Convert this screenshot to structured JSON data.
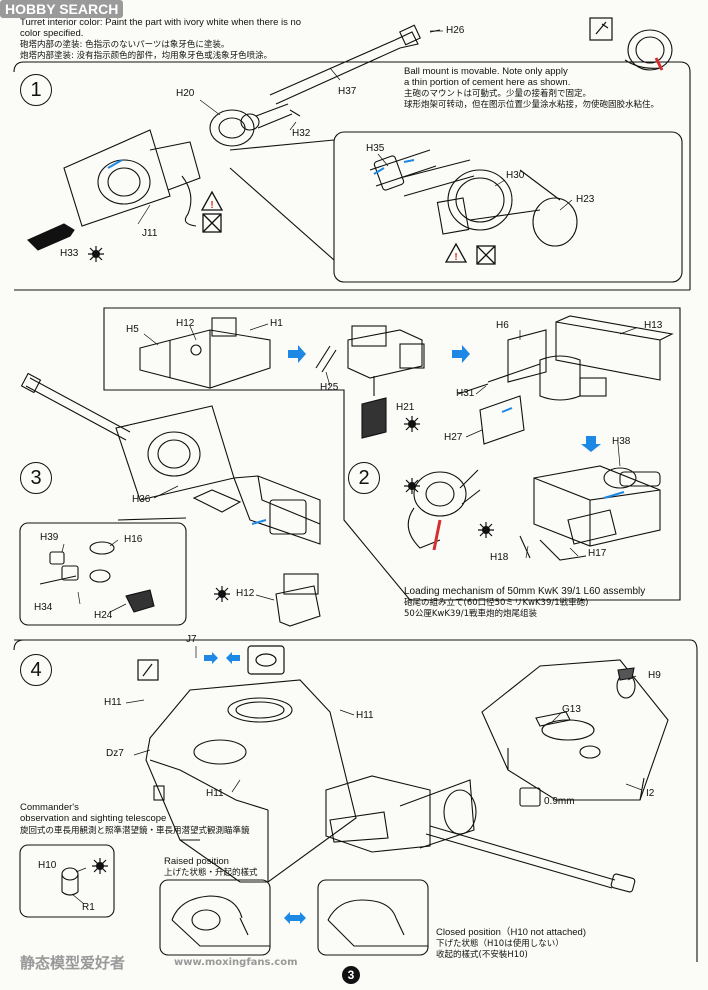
{
  "watermark": {
    "brand": "HOBBY SEARCH"
  },
  "header": {
    "color_note_en_1": "Turret interior color: Paint the part with ivory white when there is no",
    "color_note_en_2": "color specified.",
    "color_note_jp": "砲塔内部の塗装: 色指示のないパーツは象牙色に塗装。",
    "color_note_cn": "炮塔内部塗装: 没有指示颜色的部件，均用象牙色或浅象牙色喷涂。"
  },
  "steps": {
    "s1": "1",
    "s2": "2",
    "s3": "3",
    "s4": "4"
  },
  "step1": {
    "ball_note_en_1": "Ball mount is movable. Note only apply",
    "ball_note_en_2": "a thin portion of cement here as shown.",
    "ball_note_jp": "主砲のマウントは可動式。少量の接着剤で固定。",
    "ball_note_cn": "球形炮架可转动，但在图示位置少量涂水粘接，勿使砲固胶水粘住。",
    "labels": {
      "h26": "H26",
      "h37": "H37",
      "h20": "H20",
      "h32": "H32",
      "j11": "J11",
      "h33": "H33",
      "h35": "H35",
      "h30": "H30",
      "h23": "H23"
    }
  },
  "step2": {
    "labels": {
      "h5": "H5",
      "h12": "H12",
      "h1": "H1",
      "h25": "H25",
      "h21": "H21",
      "h6": "H6",
      "h13": "H13",
      "h31": "H31",
      "h27": "H27",
      "h38": "H38",
      "h18": "H18",
      "h17": "H17"
    },
    "caption_en": "Loading mechanism of 50mm KwK 39/1 L60 assembly",
    "caption_jp": "砲尾の組み立て(60口径50ミリKwK39/1戦車砲)",
    "caption_cn": "50公厘KwK39/1戰車炮的炮尾组装"
  },
  "step3": {
    "labels": {
      "h36": "H36",
      "h39": "H39",
      "h16": "H16",
      "h34": "H34",
      "h24": "H24",
      "h12": "H12"
    }
  },
  "step4": {
    "labels": {
      "j7": "J7",
      "h11a": "H11",
      "h11b": "H11",
      "h11c": "H11",
      "dz7": "Dz7",
      "h9": "H9",
      "g13": "G13",
      "i2": "I2",
      "drill": "0.9mm",
      "h10": "H10",
      "r1": "R1"
    },
    "commander_en_1": "Commander's",
    "commander_en_2": "observation and sighting telescope",
    "commander_jp": "旋回式の車長用観測と照準潜望鏡・車長用潜望式観測瞄準鏡",
    "raised_en": "Raised position",
    "raised_jp": "上げた状態・升起的樣式",
    "closed_en": "Closed position（H10 not attached)",
    "closed_jp": "下げた状態（H10は使用しない）",
    "closed_cn": "收起的樣式(不安裝H10)"
  },
  "footer": {
    "page": "3",
    "site_cn": "静态模型爱好者",
    "site_url": "www.moxingfans.com"
  },
  "colors": {
    "accent_blue": "#1e88e5",
    "warning_red": "#d32f2f",
    "ink": "#111111"
  },
  "icons": [
    "glue-icon",
    "paint-icon",
    "warning-icon",
    "no-glue-icon",
    "arrow-right-icon",
    "arrow-down-icon",
    "drill-icon",
    "swap-arrows-icon"
  ]
}
